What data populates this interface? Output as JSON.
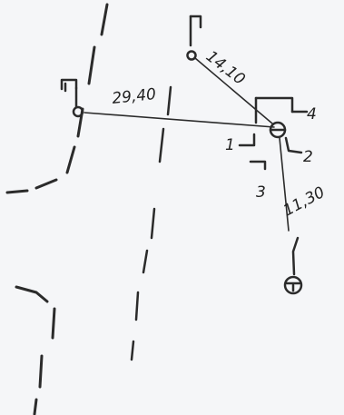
{
  "sketch": {
    "measurements": {
      "left_distance": "29,40",
      "top_distance": "14,10",
      "bottom_distance": "11,30"
    },
    "branch_labels": {
      "one": "1",
      "two": "2",
      "three": "3",
      "four": "4"
    },
    "colors": {
      "paper": "#f5f6f8",
      "ink": "#2b2b2b"
    }
  }
}
